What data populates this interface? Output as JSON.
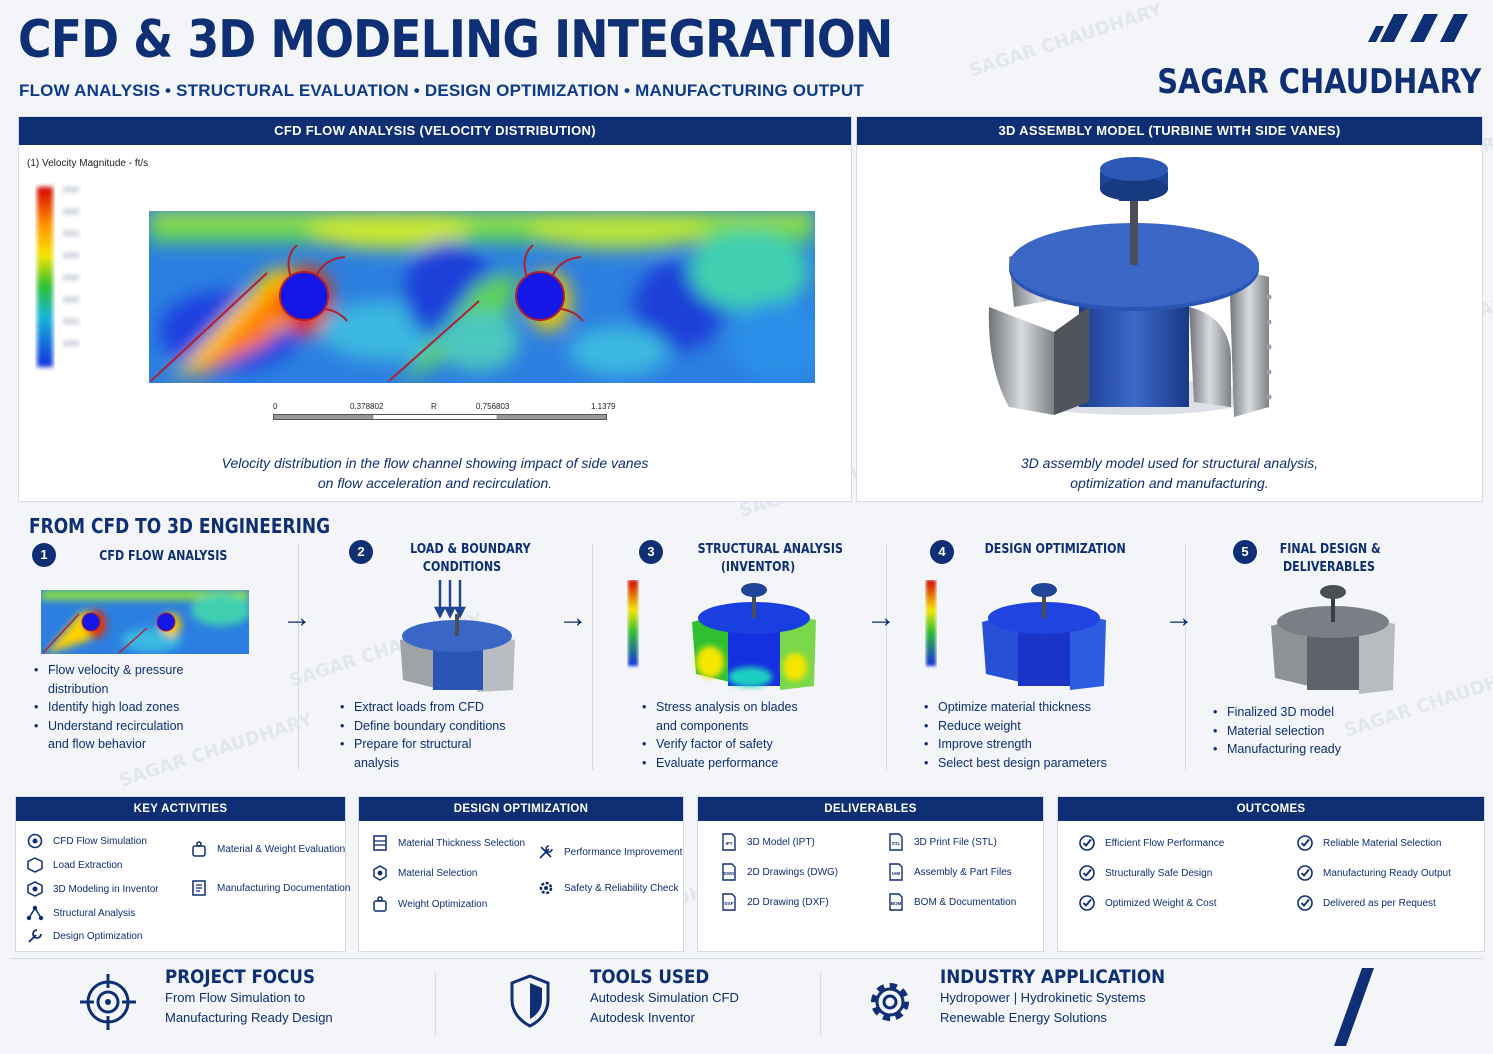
{
  "header": {
    "title": "CFD & 3D MODELING INTEGRATION",
    "subtitle": "FLOW ANALYSIS  •  STRUCTURAL  EVALUATION  •  DESIGN  OPTIMIZATION  •  MANUFACTURING  OUTPUT",
    "brand": "SAGAR CHAUDHARY"
  },
  "cfd_panel": {
    "heading": "CFD FLOW ANALYSIS (VELOCITY DISTRIBUTION)",
    "legend_label": "(1) Velocity Magnitude - ft/s",
    "scale": {
      "t0": "0",
      "t1": "0.378802",
      "t2": "R",
      "t3": "0.756803",
      "t4": "1.1379"
    },
    "caption_line1": "Velocity distribution in the flow channel showing impact of side vanes",
    "caption_line2": "on flow acceleration and recirculation."
  },
  "assembly_panel": {
    "heading": "3D ASSEMBLY MODEL (TURBINE WITH SIDE VANES)",
    "caption_line1": "3D assembly model used for structural analysis,",
    "caption_line2": "optimization and manufacturing."
  },
  "pipeline": {
    "title": "FROM CFD TO 3D ENGINEERING",
    "steps": [
      {
        "num": "1",
        "title_line1": "CFD FLOW ANALYSIS",
        "title_line2": "",
        "bullets": [
          "Flow velocity & pressure distribution",
          "Identify high load zones",
          "Understand recirculation and flow behavior"
        ]
      },
      {
        "num": "2",
        "title_line1": "LOAD & BOUNDARY",
        "title_line2": "CONDITIONS",
        "bullets": [
          "Extract loads from CFD",
          "Define boundary conditions",
          "Prepare for structural analysis"
        ]
      },
      {
        "num": "3",
        "title_line1": "STRUCTURAL ANALYSIS",
        "title_line2": "(INVENTOR)",
        "bullets": [
          "Stress analysis on blades and components",
          "Verify factor of safety",
          "Evaluate performance"
        ]
      },
      {
        "num": "4",
        "title_line1": "DESIGN OPTIMIZATION",
        "title_line2": "",
        "bullets": [
          "Optimize material thickness",
          "Reduce weight",
          "Improve strength",
          "Select best design parameters"
        ]
      },
      {
        "num": "5",
        "title_line1": "FINAL DESIGN &",
        "title_line2": "DELIVERABLES",
        "bullets": [
          "Finalized 3D model",
          "Material selection",
          "Manufacturing ready"
        ]
      }
    ]
  },
  "key_activities": {
    "heading": "KEY ACTIVITIES",
    "left": [
      "CFD Flow Simulation",
      "Load Extraction",
      "3D Modeling in Inventor",
      "Structural Analysis",
      "Design Optimization"
    ],
    "right": [
      "Material & Weight Evaluation",
      "Manufacturing Documentation"
    ]
  },
  "design_optimization": {
    "heading": "DESIGN OPTIMIZATION",
    "left": [
      "Material Thickness Selection",
      "Material Selection",
      "Weight Optimization"
    ],
    "right": [
      "Performance Improvement",
      "Safety & Reliability Check"
    ]
  },
  "deliverables": {
    "heading": "DELIVERABLES",
    "left": [
      "3D Model (IPT)",
      "2D Drawings (DWG)",
      "2D Drawing (DXF)"
    ],
    "right": [
      "3D Print File (STL)",
      "Assembly & Part Files",
      "BOM & Documentation"
    ],
    "icon_tags": [
      "IPT",
      "DWG",
      "DXF",
      "STL",
      "IAM",
      "BOM"
    ]
  },
  "outcomes": {
    "heading": "OUTCOMES",
    "left": [
      "Efficient Flow Performance",
      "Structurally Safe Design",
      "Optimized Weight & Cost"
    ],
    "right": [
      "Reliable Material Selection",
      "Manufacturing Ready Output",
      "Delivered as per Request"
    ]
  },
  "footer": {
    "focus": {
      "title": "PROJECT FOCUS",
      "line1": "From Flow Simulation to",
      "line2": "Manufacturing Ready Design"
    },
    "tools": {
      "title": "TOOLS USED",
      "line1": "Autodesk Simulation CFD",
      "line2": "Autodesk Inventor"
    },
    "industry": {
      "title": "INDUSTRY APPLICATION",
      "line1": "Hydropower  |  Hydrokinetic Systems",
      "line2": "Renewable Energy Solutions"
    }
  },
  "watermark": "SAGAR CHAUDHARY",
  "colors": {
    "navy": "#0e2f73",
    "accent": "#0e3a8c",
    "background": "#f3f5f8"
  }
}
